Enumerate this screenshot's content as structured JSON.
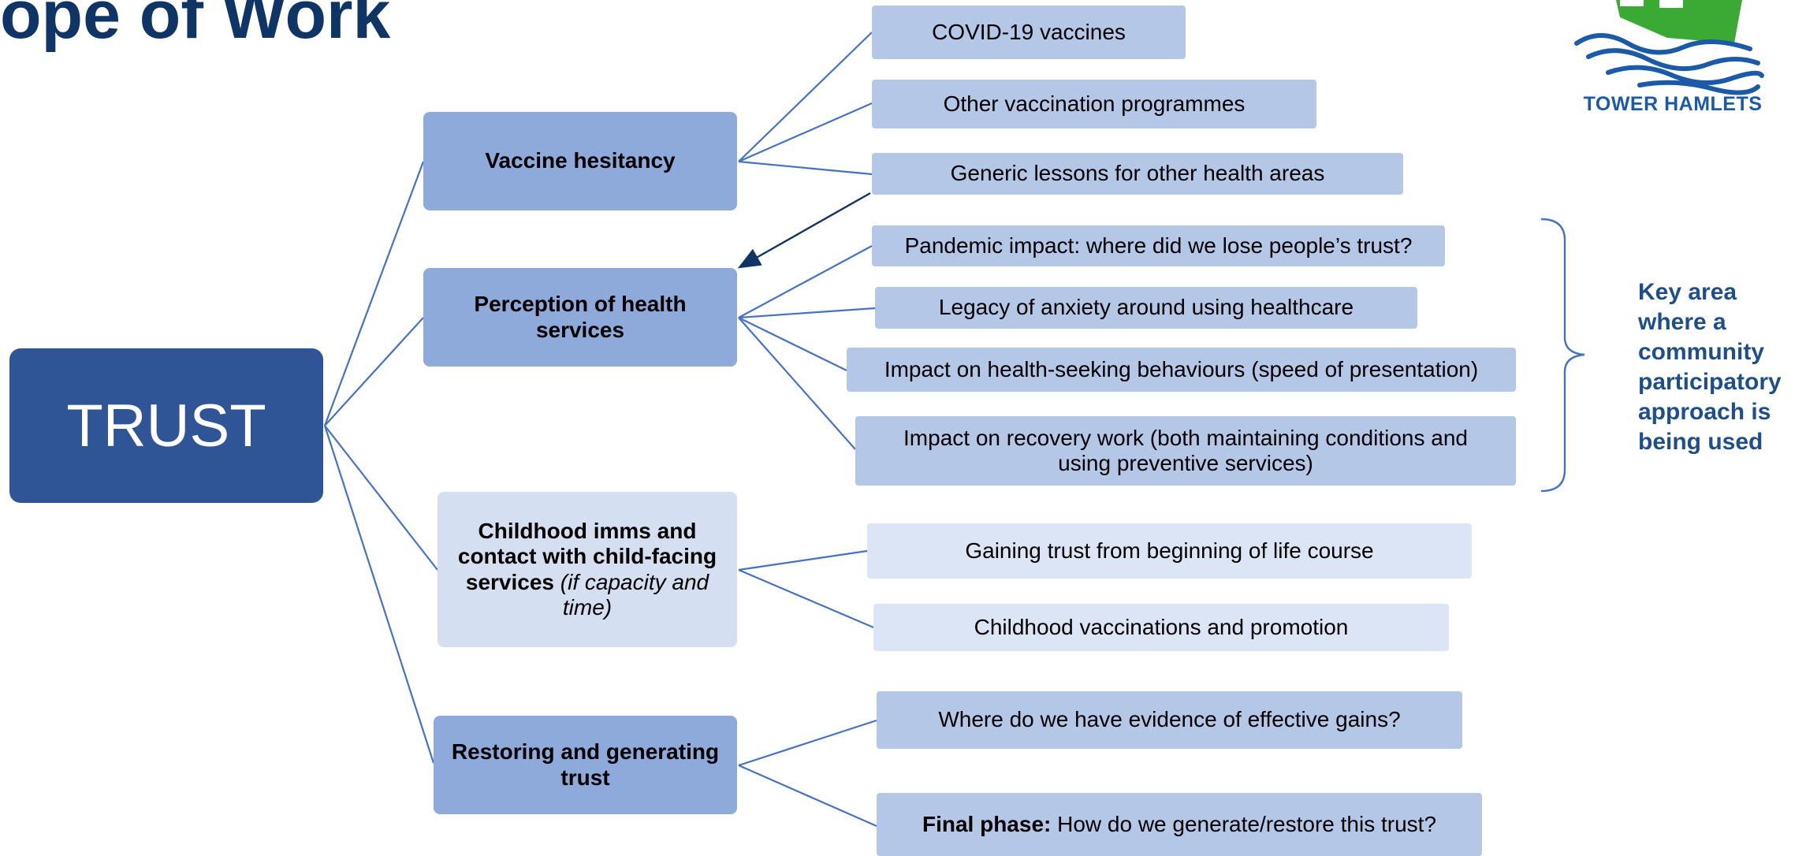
{
  "slide": {
    "title": "ope of Work",
    "root": "TRUST",
    "branches": [
      {
        "label": "Vaccine hesitancy"
      },
      {
        "label": "Perception of health services"
      },
      {
        "label_bold": "Childhood imms and contact with child-facing services",
        "label_italic": " (if capacity and time)"
      },
      {
        "label": "Restoring and generating trust"
      }
    ],
    "leaves": {
      "vaccine": [
        "COVID-19 vaccines",
        "Other vaccination programmes",
        "Generic lessons for other health areas"
      ],
      "perception": [
        "Pandemic impact: where did we lose people’s trust?",
        "Legacy of anxiety around using healthcare",
        "Impact on health-seeking behaviours (speed of presentation)",
        "Impact on recovery work (both maintaining conditions and using preventive services)"
      ],
      "childhood": [
        "Gaining trust from beginning of life course",
        "Childhood vaccinations and promotion"
      ],
      "restoring_first": "Where do we have evidence of effective gains?",
      "restoring_final_bold": "Final phase:",
      "restoring_final_text": " How do we generate/restore this trust?"
    },
    "key_area": "Key area where a community participatory approach is being used",
    "logo_text": "TOWER HAMLETS"
  },
  "colors": {
    "root": "#2f5597",
    "branch": "#8eaadb",
    "branch_light": "#d5dff2",
    "leaf": "#b4c7e7",
    "leaf_light": "#dce5f5",
    "connector": "#4472c4",
    "title": "#0f3567",
    "key_area": "#1e4e8c",
    "logo_green": "#3aaa35",
    "logo_blue": "#1a5aa8"
  }
}
